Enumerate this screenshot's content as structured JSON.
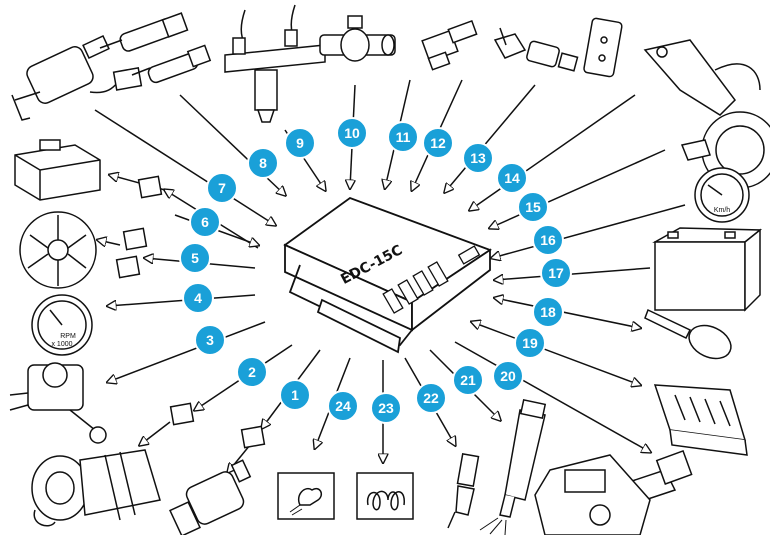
{
  "diagram": {
    "ecu_label": "EDC-15C",
    "accent_color": "#1aa0d8",
    "speedometer_unit": "Km/h",
    "tachometer_unit": "RPM",
    "tachometer_scale": "x 1000",
    "callouts": [
      "1",
      "2",
      "3",
      "4",
      "5",
      "6",
      "7",
      "8",
      "9",
      "10",
      "11",
      "12",
      "13",
      "14",
      "15",
      "16",
      "17",
      "18",
      "19",
      "20",
      "21",
      "22",
      "23",
      "24"
    ]
  }
}
